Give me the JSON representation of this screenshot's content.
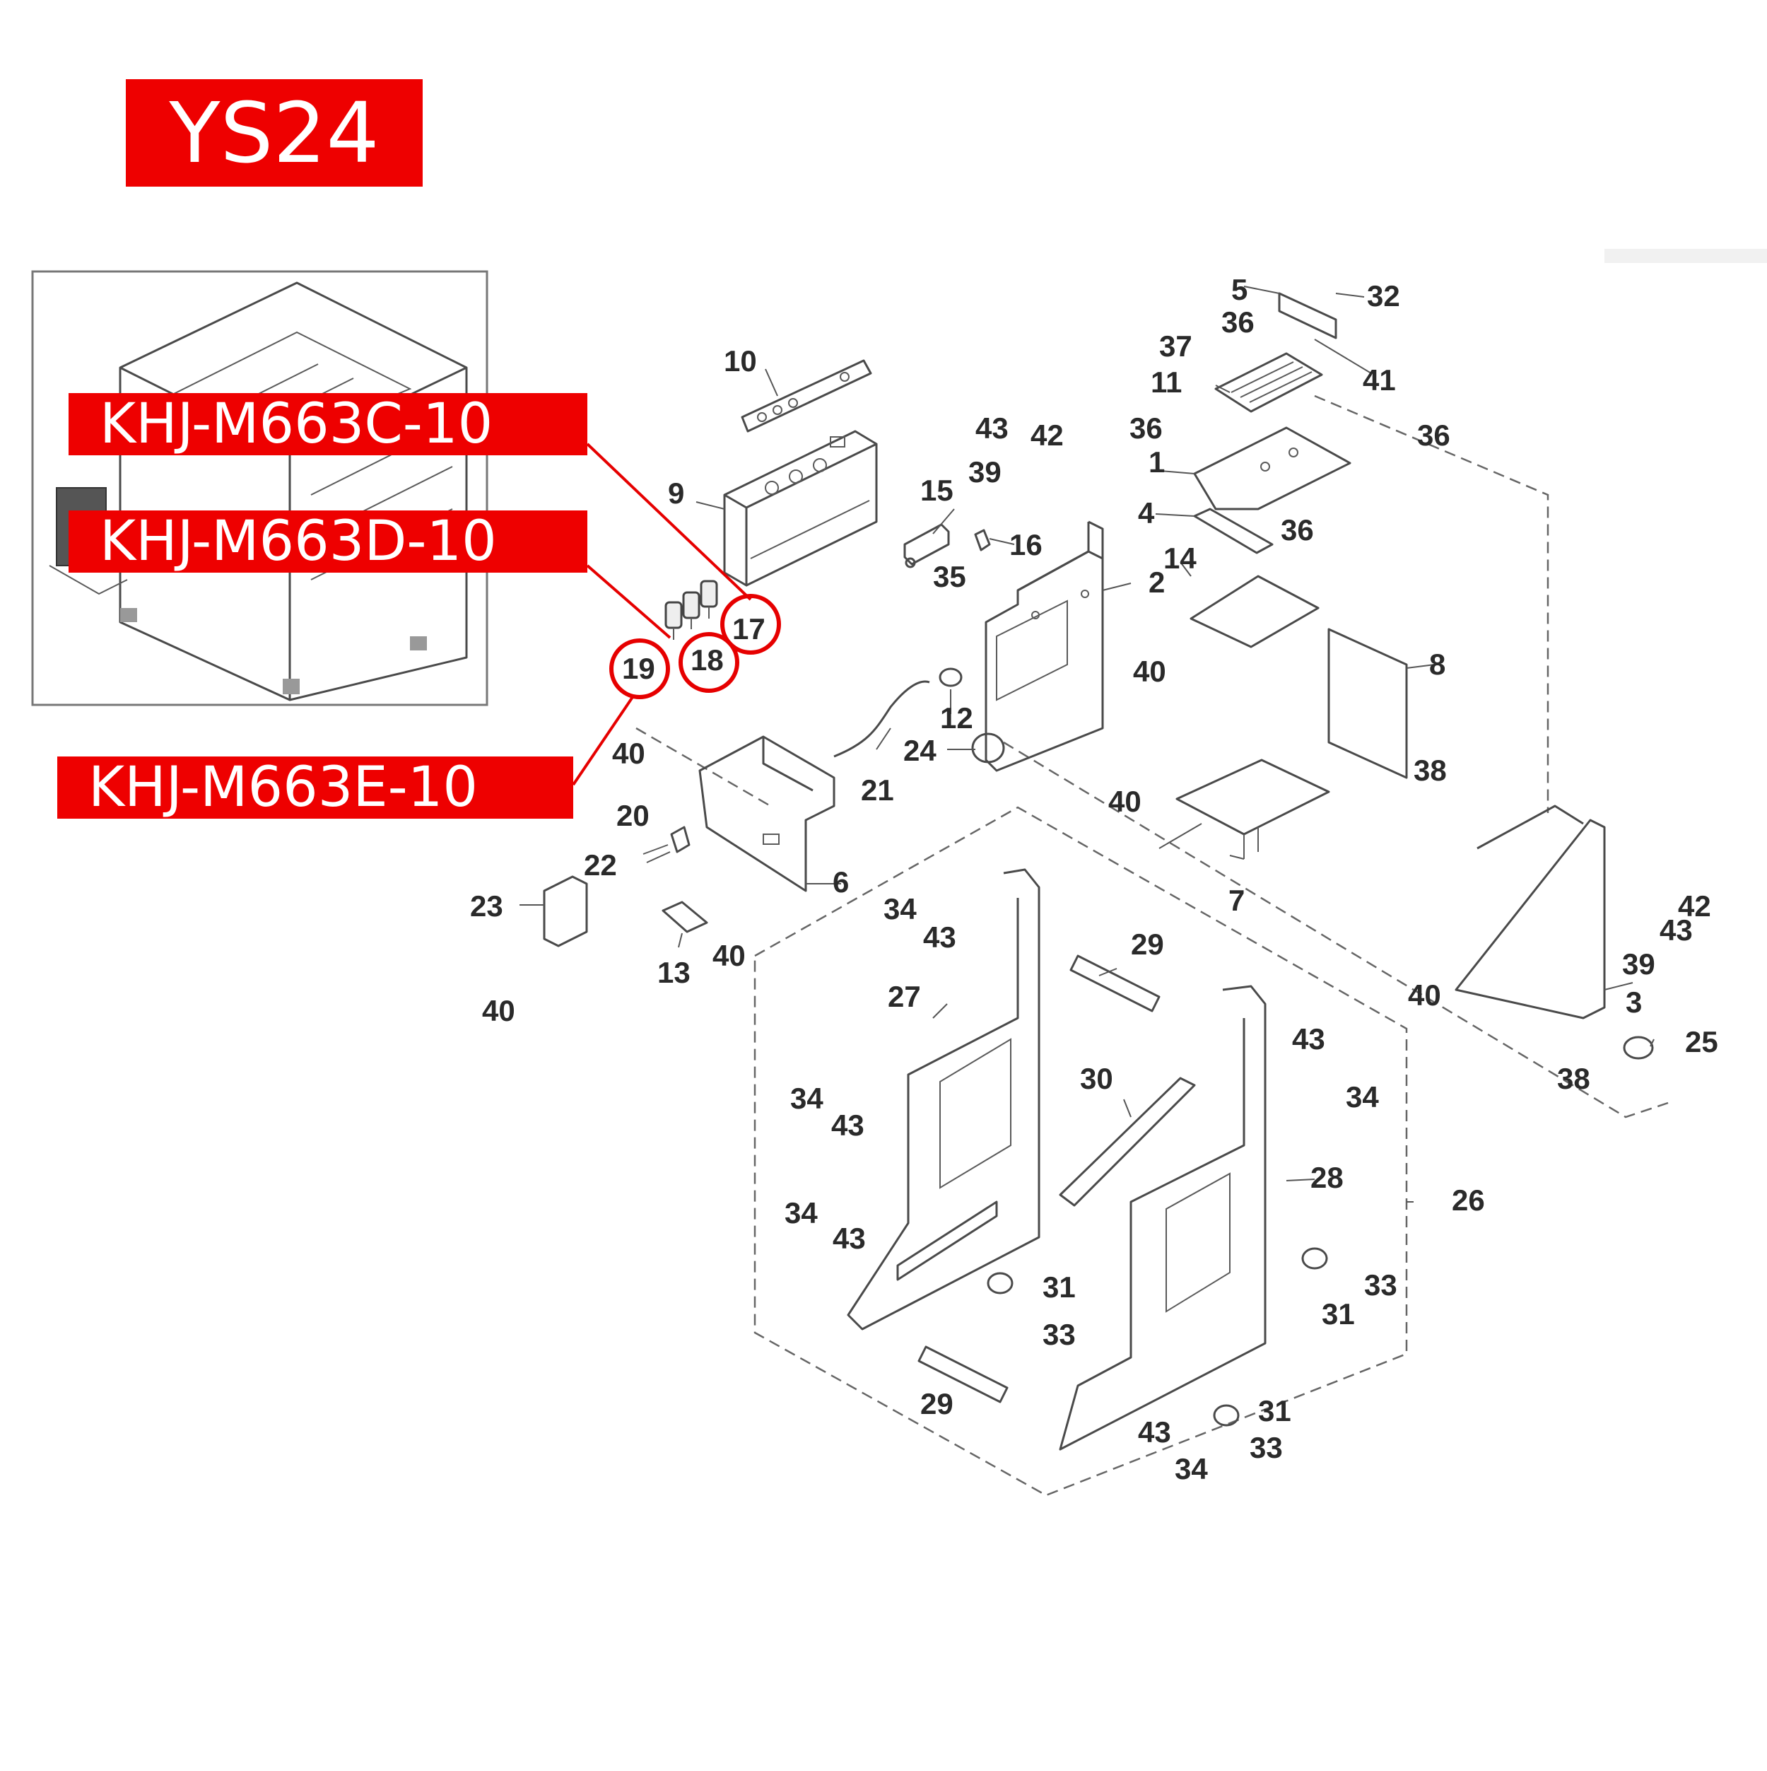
{
  "model_label": "YS24",
  "part_numbers": {
    "c": "KHJ-M663C-10",
    "d": "KHJ-M663D-10",
    "e": "KHJ-M663E-10"
  },
  "highlighted_callouts": [
    "17",
    "18",
    "19"
  ],
  "callouts": {
    "c1": "1",
    "c2": "2",
    "c3": "3",
    "c4": "4",
    "c5": "5",
    "c6": "6",
    "c7": "7",
    "c8": "8",
    "c9": "9",
    "c10": "10",
    "c11": "11",
    "c12": "12",
    "c13": "13",
    "c14": "14",
    "c15": "15",
    "c16": "16",
    "c17": "17",
    "c18": "18",
    "c19": "19",
    "c20": "20",
    "c21": "21",
    "c22": "22",
    "c23": "23",
    "c24": "24",
    "c25": "25",
    "c26": "26",
    "c27": "27",
    "c28": "28",
    "c29a": "29",
    "c29b": "29",
    "c30": "30",
    "c31a": "31",
    "c31b": "31",
    "c31c": "31",
    "c32": "32",
    "c33a": "33",
    "c33b": "33",
    "c33c": "33",
    "c34a": "34",
    "c34b": "34",
    "c34c": "34",
    "c34d": "34",
    "c34e": "34",
    "c35": "35",
    "c36a": "36",
    "c36b": "36",
    "c36c": "36",
    "c36d": "36",
    "c37": "37",
    "c38a": "38",
    "c38b": "38",
    "c39a": "39",
    "c39b": "39",
    "c40a": "40",
    "c40b": "40",
    "c40c": "40",
    "c40d": "40",
    "c40e": "40",
    "c40f": "40",
    "c41": "41",
    "c42a": "42",
    "c42b": "42",
    "c43a": "43",
    "c43b": "43",
    "c43c": "43",
    "c43d": "43",
    "c43e": "43",
    "c43f": "43",
    "c43g": "43"
  }
}
